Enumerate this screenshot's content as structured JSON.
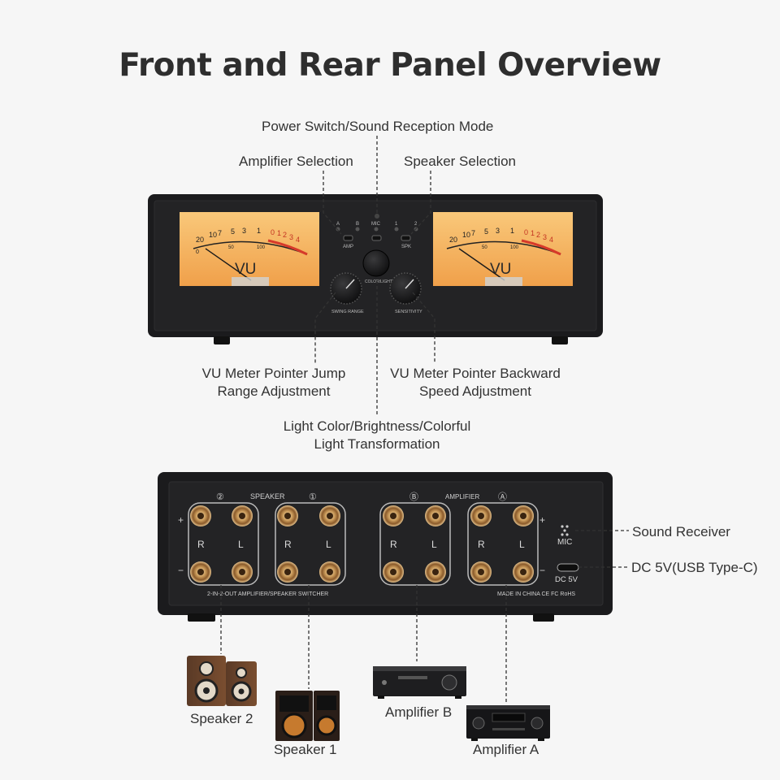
{
  "page_title": "Front and Rear Panel Overview",
  "front_callouts": {
    "power_switch": "Power Switch/Sound Reception Mode",
    "amplifier_selection": "Amplifier Selection",
    "speaker_selection": "Speaker Selection",
    "pointer_jump_line1": "VU Meter Pointer Jump",
    "pointer_jump_line2": "Range Adjustment",
    "pointer_backward_line1": "VU Meter Pointer Backward",
    "pointer_backward_line2": "Speed Adjustment",
    "light_line1": "Light Color/Brightness/Colorful",
    "light_line2": "Light Transformation"
  },
  "front_panel": {
    "vu_label": "VU",
    "scale_numbers": [
      "20",
      "10",
      "7",
      "5",
      "3",
      "1",
      "0",
      "1",
      "2",
      "3",
      "4"
    ],
    "percent_marks": [
      "0",
      "50",
      "100"
    ],
    "amp_leds": [
      "A",
      "B"
    ],
    "mic_led": "MIC",
    "spk_leds": [
      "1",
      "2"
    ],
    "amp_label": "AMP",
    "spk_label": "SPK",
    "color_light_label": "COLOR/LIGHT",
    "swing_range_label": "SWING RANGE",
    "sensitivity_label": "SENSITIVITY"
  },
  "rear_callouts": {
    "sound_receiver": "Sound Receiver",
    "dc_power": "DC 5V(USB Type-C)"
  },
  "rear_panel": {
    "speaker_label": "SPEAKER",
    "amplifier_label": "AMPLIFIER",
    "channel_2": "②",
    "channel_1": "①",
    "channel_b": "Ⓑ",
    "channel_a": "Ⓐ",
    "plus": "+",
    "minus": "−",
    "left": "L",
    "right": "R",
    "mic_label": "MIC",
    "dc_label": "DC 5V",
    "model_text": "2-IN-2-OUT AMPLIFIER/SPEAKER SWITCHER",
    "cert_text": "MADE IN CHINA  CE FC RoHS"
  },
  "devices": {
    "speaker_2": "Speaker 2",
    "speaker_1": "Speaker 1",
    "amplifier_b": "Amplifier B",
    "amplifier_a": "Amplifier A"
  },
  "colors": {
    "panel": "#1c1c1e",
    "vu_face": "#f5b45a",
    "terminal_gold": "#c9a064",
    "leader_line": "#333333"
  }
}
